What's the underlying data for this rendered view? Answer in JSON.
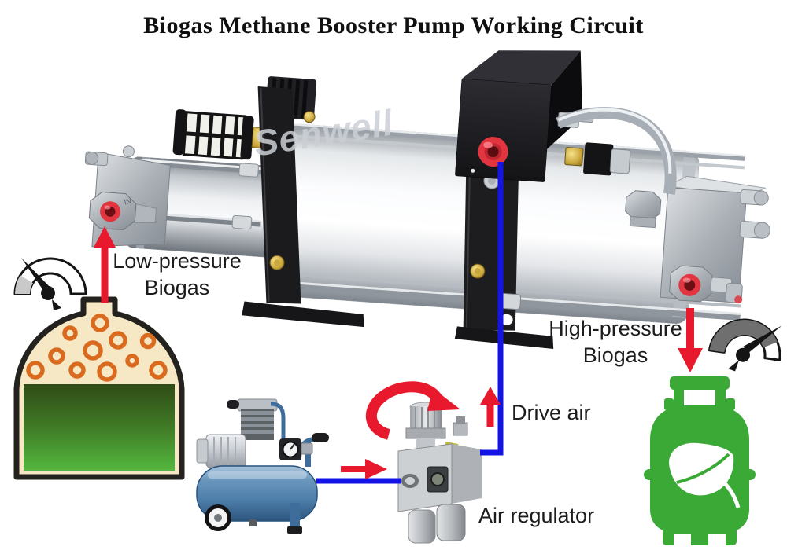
{
  "title": "Biogas Methane Booster Pump Working Circuit",
  "watermark": "Senwell",
  "labels": {
    "low_pressure": "Low-pressure\nBiogas",
    "high_pressure": "High-pressure\nBiogas",
    "drive_air": "Drive air",
    "air_regulator": "Air regulator"
  },
  "pump": {
    "inlet_marking": "IN"
  },
  "colors": {
    "arrow_red": "#e8192c",
    "line_blue": "#1414e6",
    "pump_port_red": "#e23540",
    "digester_cream": "#f7e8c5",
    "bubble_orange": "#d96a1e",
    "liquid_green_top": "#2f4b16",
    "liquid_green_bottom": "#54b83e",
    "compressor_blue": "#4e7fab",
    "cylinder_green": "#3aa935"
  }
}
